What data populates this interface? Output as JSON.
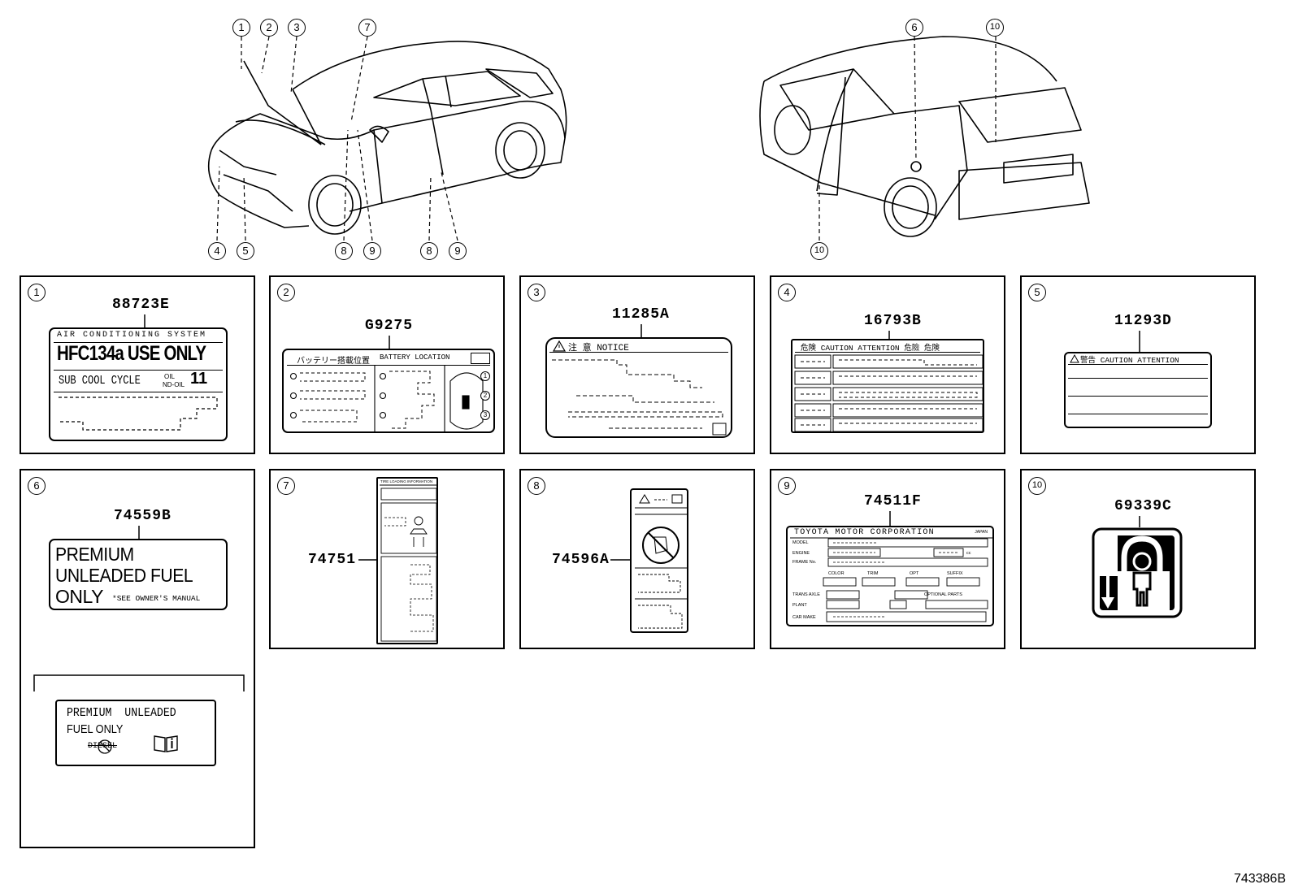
{
  "diagram_ref": "743386B",
  "car_callouts": {
    "front": [
      "1",
      "2",
      "3",
      "7",
      "4",
      "5",
      "8",
      "9",
      "8",
      "9"
    ],
    "rear": [
      "6",
      "10",
      "10"
    ]
  },
  "panels": [
    {
      "num": "1",
      "part": "88723E",
      "label": {
        "header": "AIR CONDITIONING SYSTEM",
        "main": "HFC134a USE ONLY",
        "sub": "SUB COOL CYCLE",
        "oil_top": "OIL",
        "oil_bottom": "ND-OIL",
        "oil_num": "11"
      }
    },
    {
      "num": "2",
      "part": "G9275",
      "label": {
        "jp": "バッテリー搭載位置",
        "en": "BATTERY LOCATION",
        "marks": [
          "1",
          "2",
          "3"
        ]
      }
    },
    {
      "num": "3",
      "part": "11285A",
      "label": {
        "header": "注 意 NOTICE"
      }
    },
    {
      "num": "4",
      "part": "16793B",
      "label": {
        "header": "危険 CAUTION ATTENTION 危險 危険"
      }
    },
    {
      "num": "5",
      "part": "11293D",
      "label": {
        "header": "警告 CAUTION ATTENTION"
      }
    },
    {
      "num": "6",
      "part": "74559B",
      "label": {
        "line1": "PREMIUM",
        "line2": "UNLEADED FUEL",
        "line3": "ONLY",
        "note": "*SEE OWNER'S MANUAL",
        "alt_line1": "PREMIUM  UNLEADED",
        "alt_line2": "FUEL ONLY",
        "alt_line3": "DIESEL"
      }
    },
    {
      "num": "7",
      "part": "74751",
      "label": {
        "header": "TIRE LOADING INFORMATION"
      }
    },
    {
      "num": "8",
      "part": "74596A",
      "label": {}
    },
    {
      "num": "9",
      "part": "74511F",
      "label": {
        "header": "TOYOTA MOTOR CORPORATION",
        "country": "JAPAN",
        "model": "MODEL",
        "engine": "ENGINE",
        "frame": "FRAME No.",
        "color": "COLOR",
        "trim": "TRIM",
        "opt": "OPT",
        "suffix": "SUFFIX",
        "trans": "TRANS AXLE",
        "plant": "PLANT",
        "car_make": "CAR MAKE",
        "cc": "cc",
        "optional": "OPTIONAL PARTS"
      }
    },
    {
      "num": "10",
      "part": "69339C",
      "label": {}
    }
  ]
}
